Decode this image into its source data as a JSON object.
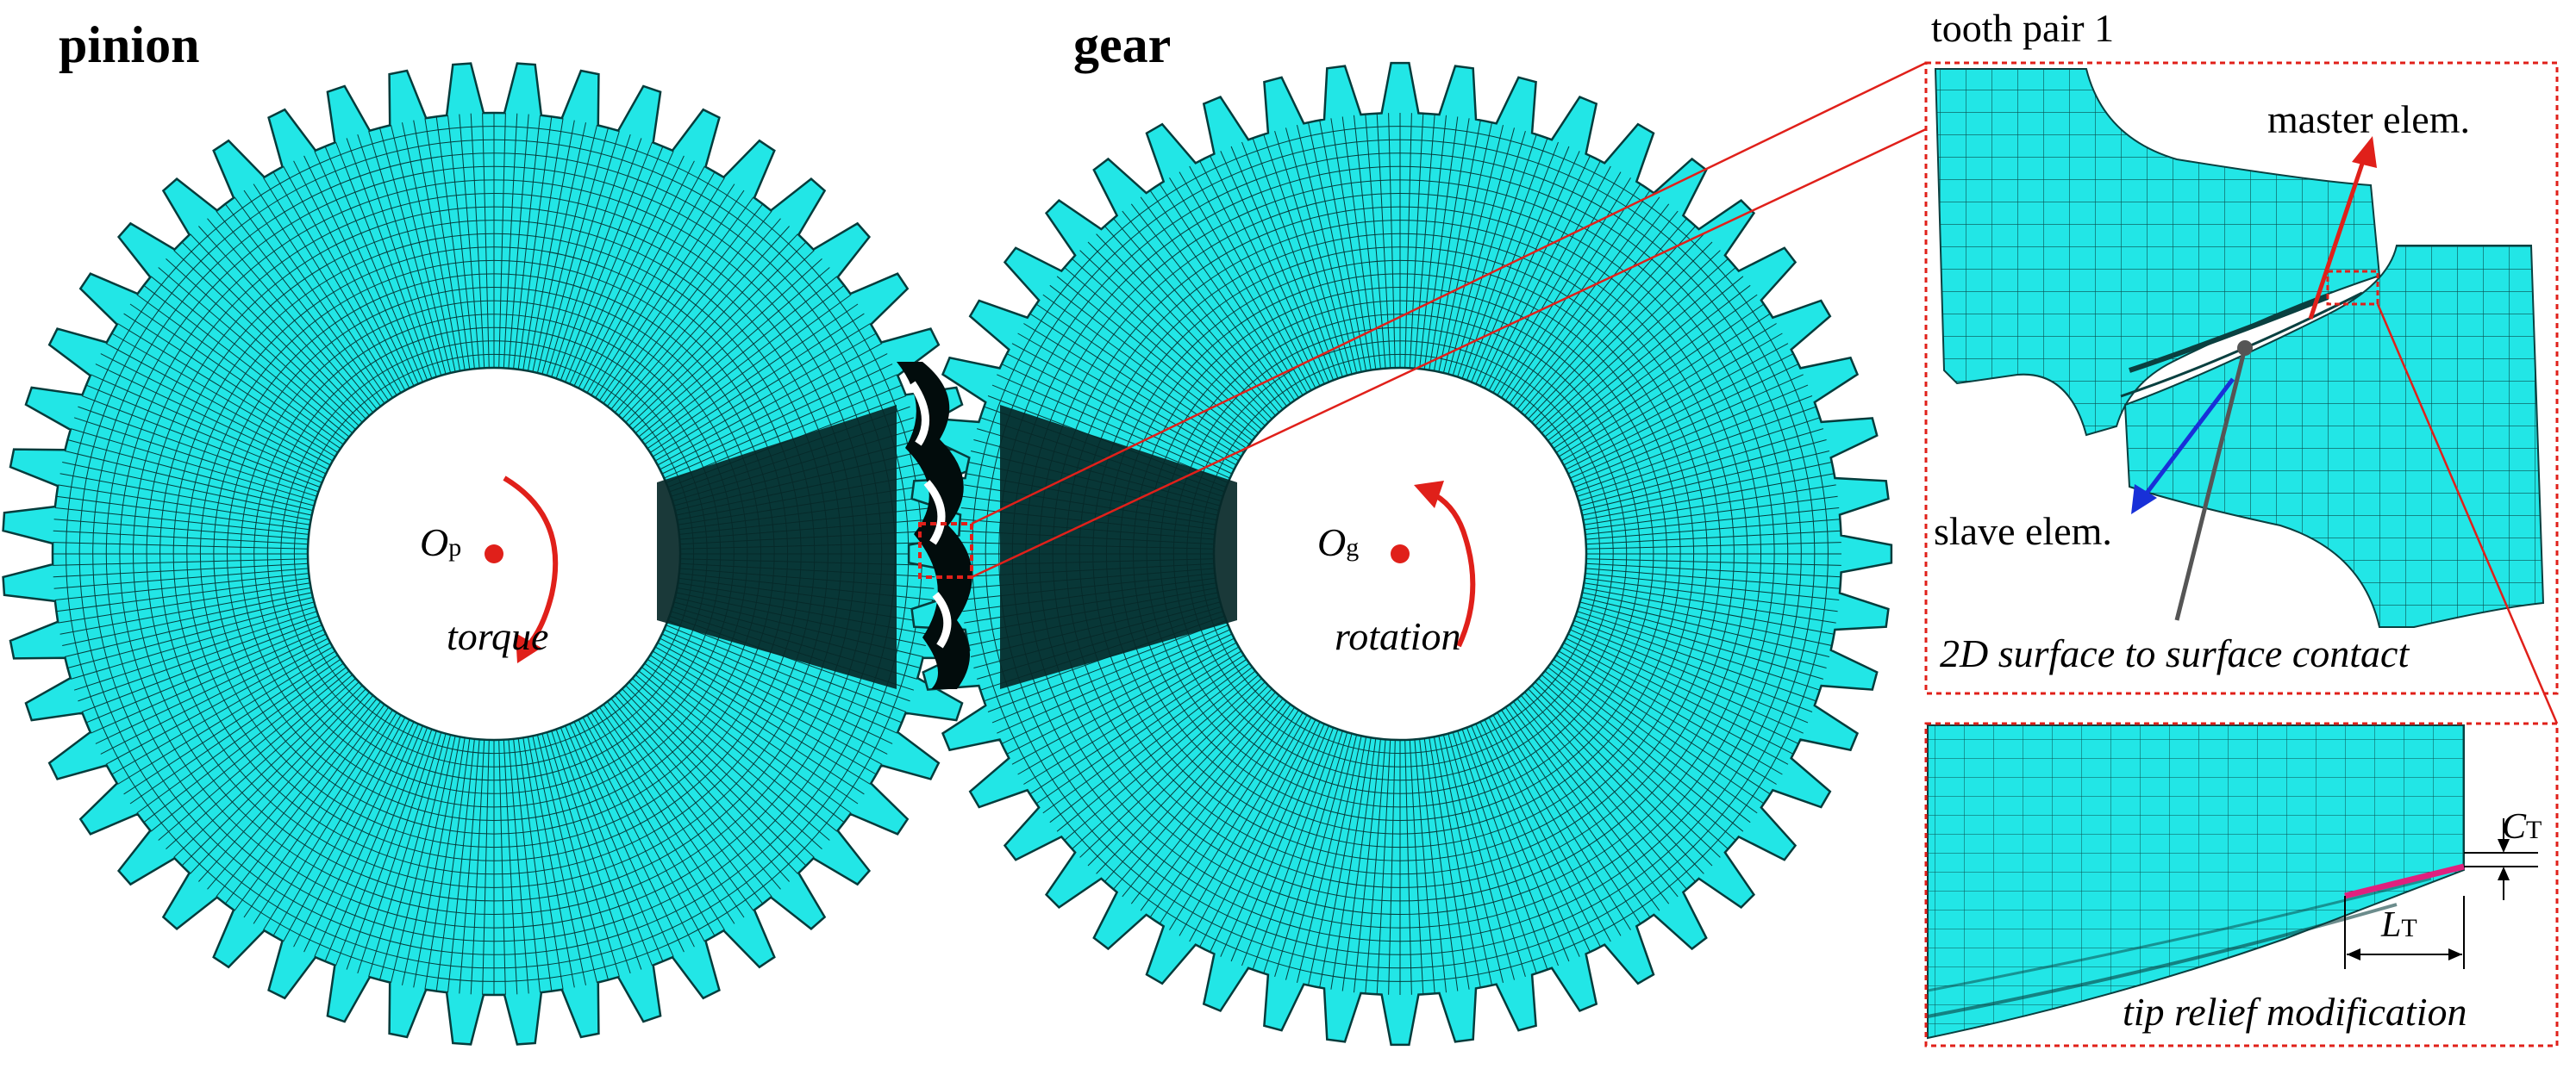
{
  "labels": {
    "pinion": "pinion",
    "gear": "gear",
    "tooth_pair": "tooth pair 1",
    "pinion_center": "O",
    "pinion_center_sub": "p",
    "gear_center": "O",
    "gear_center_sub": "g",
    "torque": "torque",
    "rotation": "rotation",
    "master": "master elem.",
    "slave": "slave elem.",
    "contact": "2D surface to surface contact",
    "tip_relief": "tip relief modification",
    "ct": "C",
    "ct_sub": "T",
    "lt": "L",
    "lt_sub": "T"
  },
  "colors": {
    "mesh_fill": "#22e6e6",
    "mesh_line": "#063c3c",
    "accent_red": "#e0201a",
    "slave_blue": "#1830d8",
    "relief_magenta": "#e0207e"
  },
  "gears": {
    "pinion_teeth": 48,
    "gear_teeth": 48
  }
}
